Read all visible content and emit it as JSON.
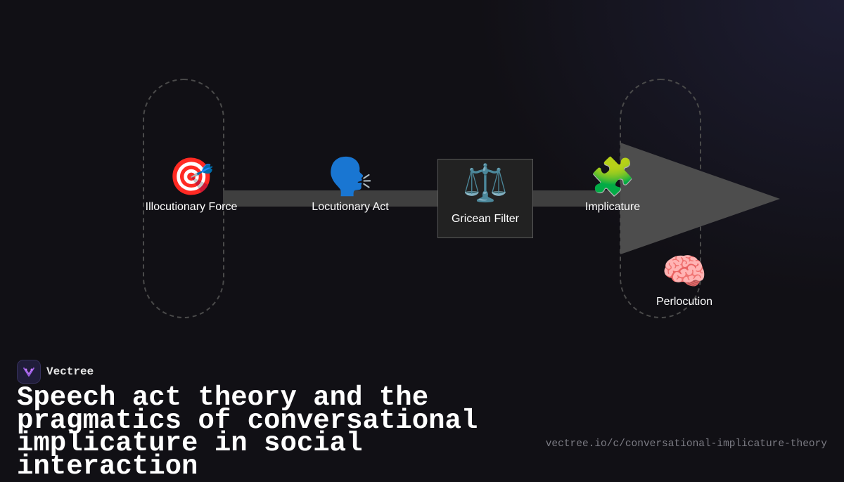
{
  "diagram": {
    "nodes": [
      {
        "id": "illocutionary",
        "label": "Illocutionary Force",
        "icon": "🎯",
        "icon_name": "target-icon"
      },
      {
        "id": "locutionary",
        "label": "Locutionary Act",
        "icon": "🗣️",
        "icon_name": "speaking-head-icon"
      },
      {
        "id": "gricean",
        "label": "Gricean Filter",
        "icon": "⚖️",
        "icon_name": "balance-scale-icon"
      },
      {
        "id": "implicature",
        "label": "Implicature",
        "icon": "🧩",
        "icon_name": "puzzle-piece-icon"
      },
      {
        "id": "perlocution",
        "label": "Perlocution",
        "icon": "🧠",
        "icon_name": "brain-icon"
      }
    ],
    "colors": {
      "arrow": "#4d4d4d",
      "loop_stroke": "#4a4a4a",
      "filter_box_fill": "#222222",
      "filter_box_border": "#595959"
    }
  },
  "brand": {
    "name": "Vectree",
    "logo_icon": "vectree-logo-icon",
    "accent": "#9b5de5"
  },
  "title": "Speech act theory and the pragmatics of conversational implicature in social interaction",
  "url": "vectree.io/c/conversational-implicature-theory"
}
